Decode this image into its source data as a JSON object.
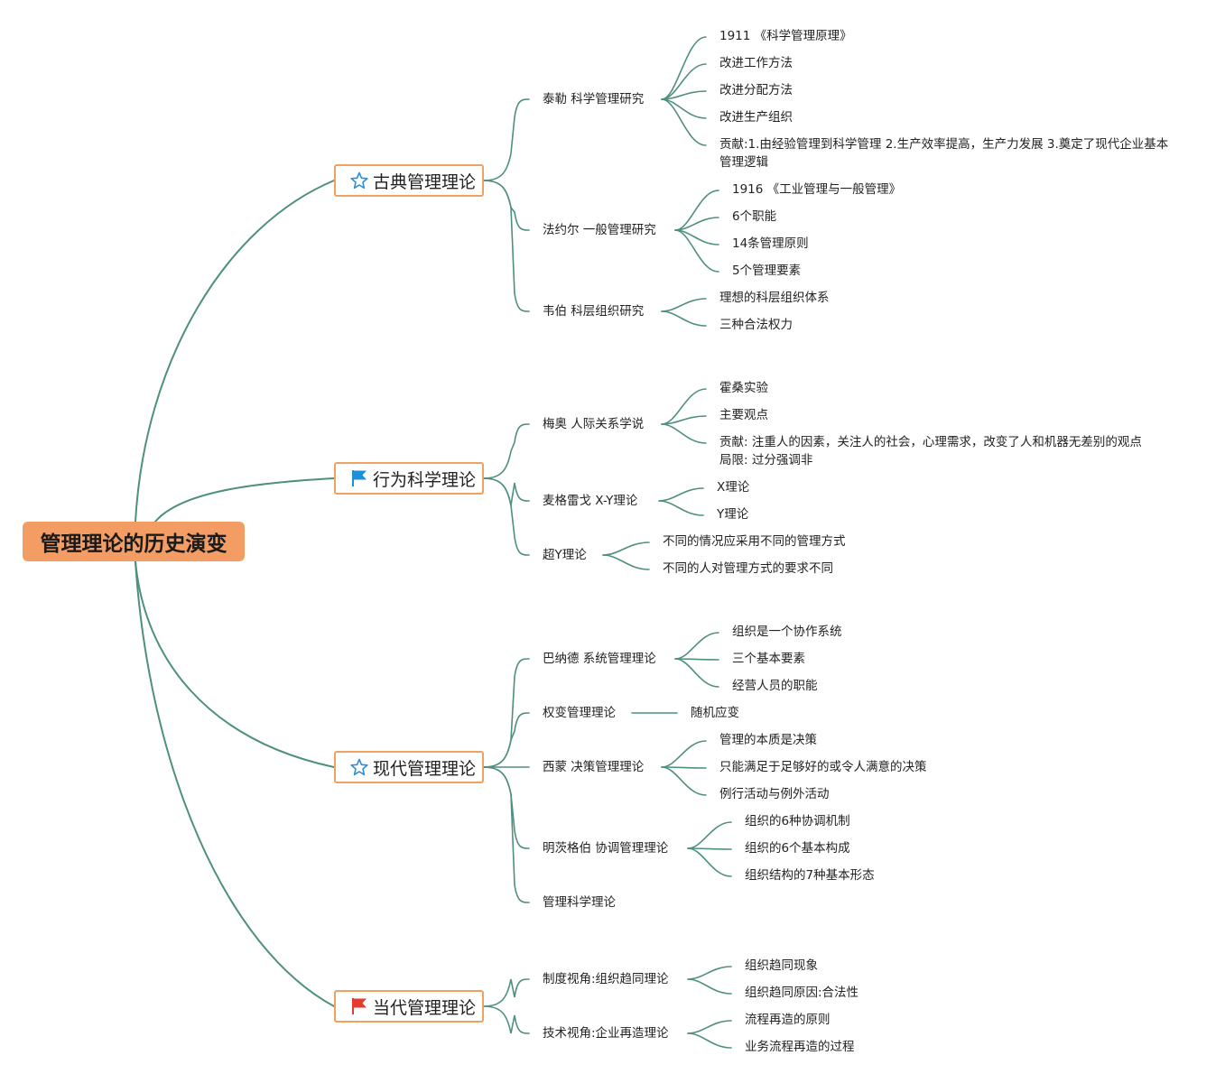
{
  "root": {
    "title": "管理理论的历史演变"
  },
  "colors": {
    "root_fill": "#f39c63",
    "branch_border": "#f0a060",
    "line": "#4f8f7f",
    "flag_blue": "#1e8fd6",
    "flag_red": "#e53a2c",
    "star_blue": "#2a8fd8"
  },
  "branches": [
    {
      "label": "古典管理理论",
      "icon": "star-icon",
      "subs": [
        {
          "label": "泰勒 科学管理研究",
          "leaves": [
            "1911 《科学管理原理》",
            "改进工作方法",
            "改进分配方法",
            "改进生产组织",
            "贡献:1.由经验管理到科学管理 2.生产效率提高，生产力发展 3.奠定了现代企业基本管理逻辑"
          ]
        },
        {
          "label": "法约尔 一般管理研究",
          "leaves": [
            "1916 《工业管理与一般管理》",
            "6个职能",
            "14条管理原则",
            "5个管理要素"
          ]
        },
        {
          "label": "韦伯 科层组织研究",
          "leaves": [
            "理想的科层组织体系",
            "三种合法权力"
          ]
        }
      ]
    },
    {
      "label": "行为科学理论",
      "icon": "flag-icon",
      "subs": [
        {
          "label": "梅奥 人际关系学说",
          "leaves": [
            "霍桑实验",
            "主要观点",
            "贡献: 注重人的因素，关注人的社会，心理需求，改变了人和机器无差别的观点\n局限: 过分强调非"
          ]
        },
        {
          "label": "麦格雷戈 X-Y理论",
          "leaves": [
            "X理论",
            "Y理论"
          ]
        },
        {
          "label": "超Y理论",
          "leaves": [
            "不同的情况应采用不同的管理方式",
            "不同的人对管理方式的要求不同"
          ]
        }
      ]
    },
    {
      "label": "现代管理理论",
      "icon": "star-icon",
      "subs": [
        {
          "label": "巴纳德 系统管理理论",
          "leaves": [
            "组织是一个协作系统",
            "三个基本要素",
            "经营人员的职能"
          ]
        },
        {
          "label": "权变管理理论",
          "leaves": [
            "随机应变"
          ]
        },
        {
          "label": "西蒙 决策管理理论",
          "leaves": [
            "管理的本质是决策",
            "只能满足于足够好的或令人满意的决策",
            "例行活动与例外活动"
          ]
        },
        {
          "label": "明茨格伯 协调管理理论",
          "leaves": [
            "组织的6种协调机制",
            "组织的6个基本构成",
            "组织结构的7种基本形态"
          ]
        },
        {
          "label": "管理科学理论",
          "leaves": []
        }
      ]
    },
    {
      "label": "当代管理理论",
      "icon": "flag-icon",
      "subs": [
        {
          "label": "制度视角:组织趋同理论",
          "leaves": [
            "组织趋同现象",
            "组织趋同原因:合法性"
          ]
        },
        {
          "label": "技术视角:企业再造理论",
          "leaves": [
            "流程再造的原则",
            "业务流程再造的过程"
          ]
        }
      ]
    }
  ]
}
